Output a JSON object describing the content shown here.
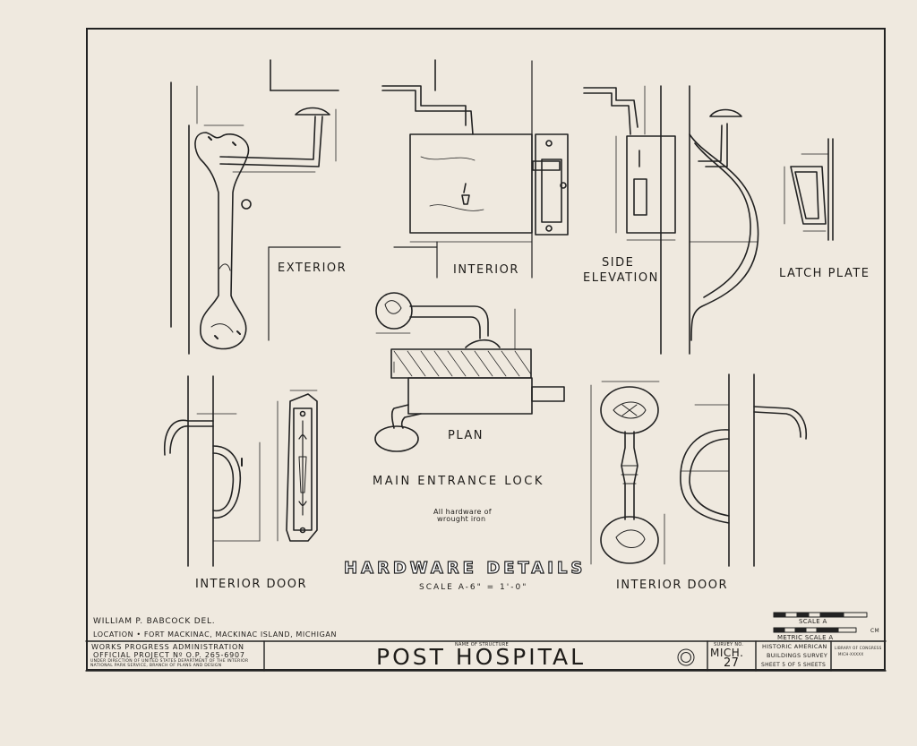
{
  "labels": {
    "exterior": "EXTERIOR",
    "interior": "INTERIOR",
    "side_elevation_1": "SIDE",
    "side_elevation_2": "ELEVATION",
    "latch_plate": "LATCH PLATE",
    "plan": "PLAN",
    "main_entrance_lock": "MAIN ENTRANCE LOCK",
    "note_1": "All hardware of",
    "note_2": "wrought iron",
    "interior_door_left": "INTERIOR DOOR",
    "interior_door_right": "INTERIOR DOOR"
  },
  "sheet_title": {
    "title": "HARDWARE DETAILS",
    "scale": "SCALE A-6\" = 1'-0\""
  },
  "scale_bar": {
    "label_top": "SCALE A",
    "label_bottom": "METRIC SCALE A",
    "unit": "CM"
  },
  "title_block": {
    "delineator": "WILLIAM P. BABCOCK   DEL.",
    "location": "LOCATION • FORT MACKINAC, MACKINAC ISLAND, MICHIGAN",
    "wpa": "WORKS PROGRESS ADMINISTRATION",
    "project": "OFFICIAL PROJECT Nº O.P. 265-6907",
    "direction_1": "UNDER DIRECTION OF UNITED STATES DEPARTMENT OF THE INTERIOR",
    "direction_2": "NATIONAL PARK SERVICE, BRANCH OF PLANS AND DESIGN",
    "name_caption": "NAME OF STRUCTURE",
    "structure_name": "POST HOSPITAL",
    "survey_caption": "SURVEY NO.",
    "survey_state": "MICH.",
    "survey_number": "27",
    "habs_1": "HISTORIC AMERICAN",
    "habs_2": "BUILDINGS SURVEY",
    "sheet_info": "SHEET 5 OF 5 SHEETS",
    "library_1": "LIBRARY OF CONGRESS",
    "library_2": "MICH-XXXXX"
  }
}
